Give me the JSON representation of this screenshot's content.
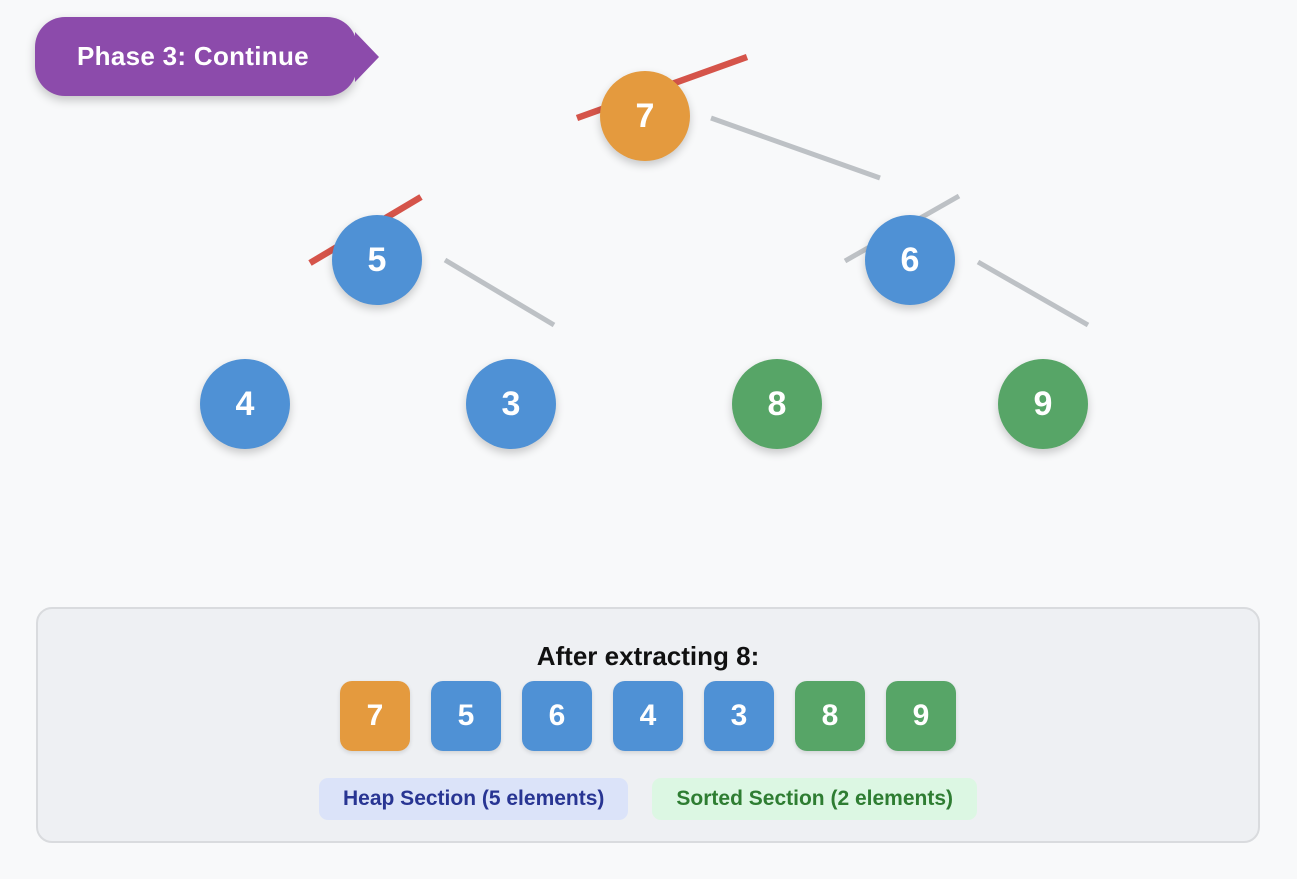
{
  "phase_banner": {
    "label": "Phase 3: Continue"
  },
  "tree": {
    "nodes": [
      {
        "value": "7",
        "color": "orange"
      },
      {
        "value": "5",
        "color": "blue"
      },
      {
        "value": "6",
        "color": "blue"
      },
      {
        "value": "4",
        "color": "blue"
      },
      {
        "value": "3",
        "color": "blue"
      },
      {
        "value": "8",
        "color": "green"
      },
      {
        "value": "9",
        "color": "green"
      }
    ],
    "edges": [
      {
        "from": "7",
        "to": "5",
        "state": "highlighted-red"
      },
      {
        "from": "7",
        "to": "6",
        "state": "normal-gray"
      },
      {
        "from": "5",
        "to": "4",
        "state": "highlighted-red"
      },
      {
        "from": "5",
        "to": "3",
        "state": "normal-gray"
      },
      {
        "from": "6",
        "to": "8",
        "state": "normal-gray"
      },
      {
        "from": "6",
        "to": "9",
        "state": "normal-gray"
      }
    ]
  },
  "array_panel": {
    "title": "After extracting 8:",
    "cells": [
      {
        "value": "7",
        "color": "orange"
      },
      {
        "value": "5",
        "color": "blue"
      },
      {
        "value": "6",
        "color": "blue"
      },
      {
        "value": "4",
        "color": "blue"
      },
      {
        "value": "3",
        "color": "blue"
      },
      {
        "value": "8",
        "color": "green"
      },
      {
        "value": "9",
        "color": "green"
      }
    ],
    "heap_label": "Heap Section (5 elements)",
    "sorted_label": "Sorted Section (2 elements)"
  },
  "colors": {
    "orange": "#e49a3e",
    "blue": "#4f91d5",
    "green": "#57a567",
    "red_edge": "#d5544a",
    "gray_edge": "#bdc1c5",
    "purple_banner": "#8c4bab",
    "heap_pill_bg": "#dbe3f9",
    "heap_pill_text": "#283593",
    "sorted_pill_bg": "#dcf7e3",
    "sorted_pill_text": "#2e7d32",
    "panel_bg": "#eef0f3"
  }
}
